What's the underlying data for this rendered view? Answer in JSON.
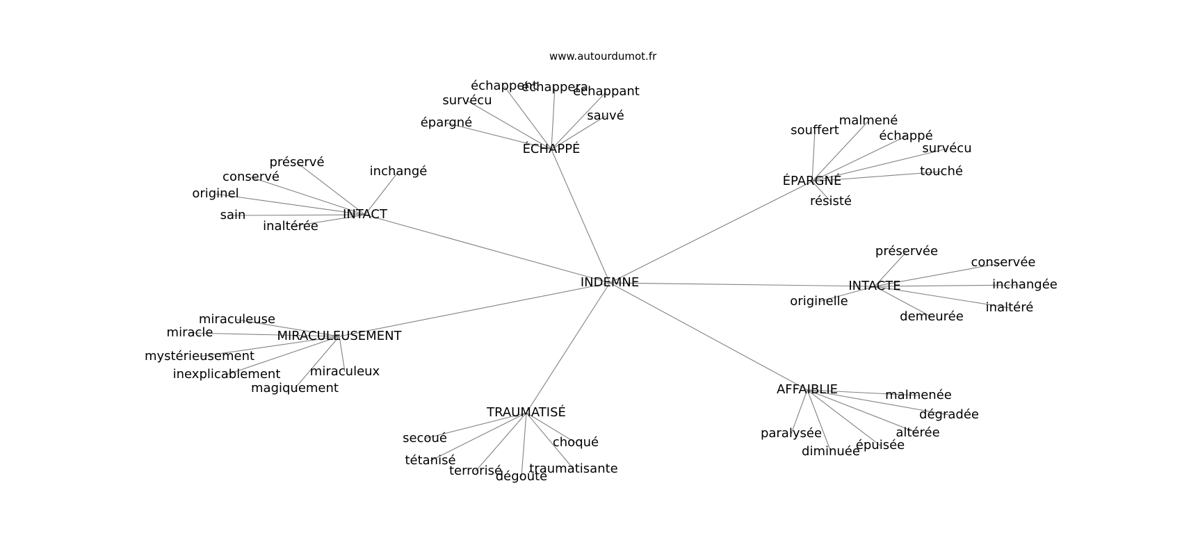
{
  "watermark": "www.autourdumot.fr",
  "colors": {
    "edge": "#808080",
    "text": "#000000",
    "background": "#ffffff"
  },
  "graph": {
    "center": "INDEMNE",
    "hubs": [
      {
        "id": "echappe",
        "label": "ÉCHAPPÉ",
        "leaves": [
          "échappent",
          "échappera",
          "échappant",
          "survécu",
          "sauvé",
          "épargné"
        ]
      },
      {
        "id": "epargne",
        "label": "ÉPARGNÉ",
        "leaves": [
          "souffert",
          "malmené",
          "échappé",
          "survécu",
          "touché",
          "résisté"
        ]
      },
      {
        "id": "intact",
        "label": "INTACT",
        "leaves": [
          "préservé",
          "inchangé",
          "conservé",
          "originel",
          "sain",
          "inaltérée"
        ]
      },
      {
        "id": "intacte",
        "label": "INTACTE",
        "leaves": [
          "préservée",
          "conservée",
          "inchangée",
          "inaltéré",
          "demeurée",
          "originelle"
        ]
      },
      {
        "id": "miraculeusement",
        "label": "MIRACULEUSEMENT",
        "leaves": [
          "miraculeuse",
          "miracle",
          "mystérieusement",
          "inexplicablement",
          "magiquement",
          "miraculeux"
        ]
      },
      {
        "id": "affaiblie",
        "label": "AFFAIBLIE",
        "leaves": [
          "malmenée",
          "dégradée",
          "altérée",
          "épuisée",
          "diminuée",
          "paralysée"
        ]
      },
      {
        "id": "traumatise",
        "label": "TRAUMATISÉ",
        "leaves": [
          "secoué",
          "tétanisé",
          "terrorisé",
          "dégoûté",
          "traumatisante",
          "choqué"
        ]
      }
    ]
  }
}
